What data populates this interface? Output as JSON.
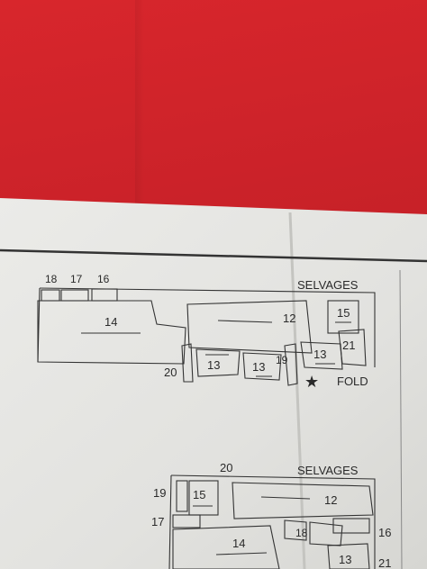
{
  "top_layout": {
    "selvages_label": "SELVAGES",
    "fold_label": "FOLD",
    "fold_marker": "★",
    "piece_numbers": {
      "p18": "18",
      "p17": "17",
      "p16": "16",
      "p14": "14",
      "p12": "12",
      "p15": "15",
      "p13a": "13",
      "p13b": "13",
      "p13c": "13",
      "p19": "19",
      "p20": "20",
      "p21": "21"
    }
  },
  "bottom_layout": {
    "selvages_label": "SELVAGES",
    "piece_numbers": {
      "p20": "20",
      "p19": "19",
      "p15": "15",
      "p12": "12",
      "p17": "17",
      "p18": "18",
      "p16": "16",
      "p14": "14",
      "p13": "13",
      "p21": "21"
    }
  },
  "colors": {
    "background_red": "#c72128",
    "paper": "#e6e6e3",
    "ink": "#2a2a2a"
  }
}
